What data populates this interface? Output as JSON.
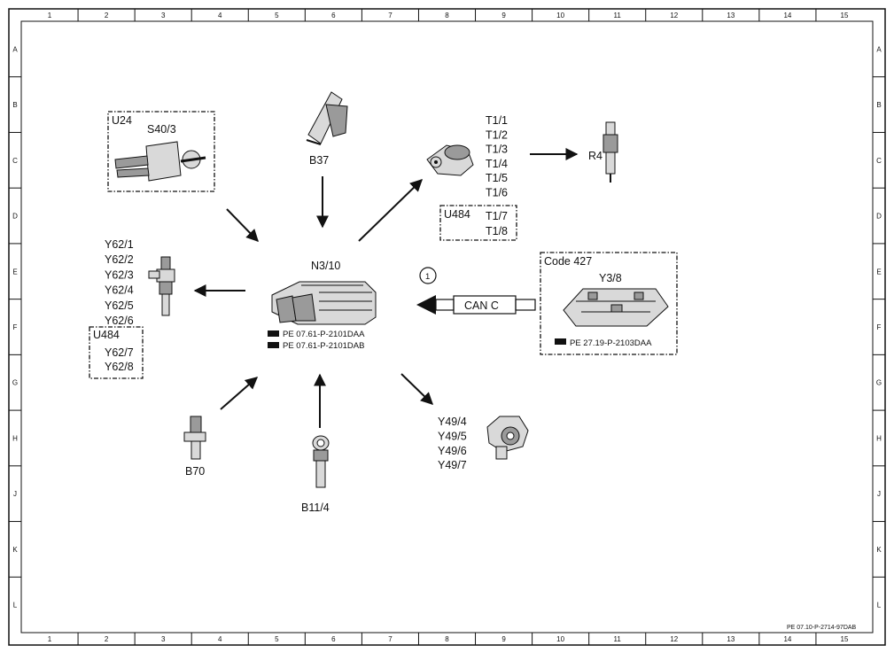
{
  "frame": {
    "columns": [
      "1",
      "2",
      "3",
      "4",
      "5",
      "6",
      "7",
      "8",
      "9",
      "10",
      "11",
      "12",
      "13",
      "14",
      "15"
    ],
    "rows": [
      "A",
      "B",
      "C",
      "D",
      "E",
      "F",
      "G",
      "H",
      "J",
      "K",
      "L"
    ]
  },
  "center": {
    "label": "N3/10",
    "refs": [
      "PE 07.61-P-2101DAA",
      "PE 07.61-P-2101DAB"
    ]
  },
  "u24_group": {
    "title": "U24",
    "label": "S40/3"
  },
  "b37": {
    "label": "B37"
  },
  "t1": {
    "labels": [
      "T1/1",
      "T1/2",
      "T1/3",
      "T1/4",
      "T1/5",
      "T1/6"
    ],
    "u484_title": "U484",
    "u484_labels": [
      "T1/7",
      "T1/8"
    ]
  },
  "r4": {
    "label": "R4"
  },
  "y62": {
    "labels": [
      "Y62/1",
      "Y62/2",
      "Y62/3",
      "Y62/4",
      "Y62/5",
      "Y62/6"
    ],
    "u484_title": "U484",
    "u484_labels": [
      "Y62/7",
      "Y62/8"
    ]
  },
  "can": {
    "marker": "1",
    "label": "CAN C"
  },
  "code427": {
    "title": "Code 427",
    "label": "Y3/8",
    "ref": "PE 27.19-P-2103DAA"
  },
  "y49": {
    "labels": [
      "Y49/4",
      "Y49/5",
      "Y49/6",
      "Y49/7"
    ]
  },
  "b70": {
    "label": "B70"
  },
  "b11": {
    "label": "B11/4"
  },
  "footer_ref": "PE 07.10-P-2714-97DAB"
}
